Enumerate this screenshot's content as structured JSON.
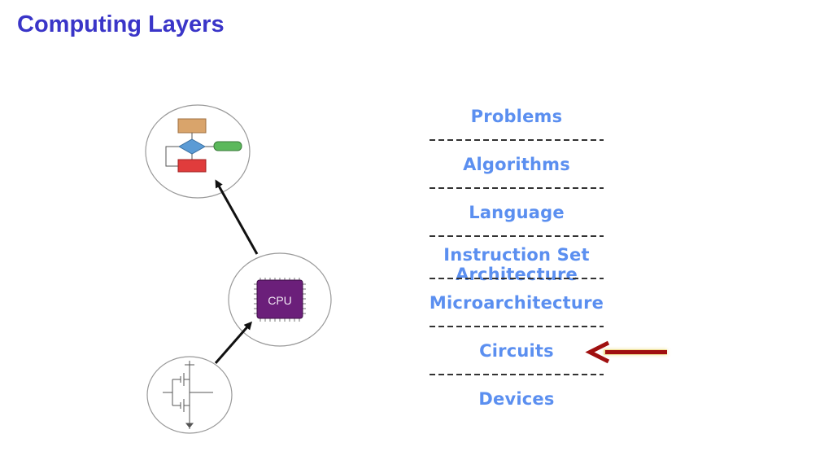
{
  "slide": {
    "title": "Computing Layers"
  },
  "icons": {
    "flowchart": "flowchart-icon",
    "cpu": "cpu-chip-icon",
    "circuit": "transistor-circuit-icon",
    "cpu_label": "CPU"
  },
  "layers": [
    "Problems",
    "Algorithms",
    "Language",
    "Instruction Set Architecture",
    "Microarchitecture",
    "Circuits",
    "Devices"
  ],
  "highlighted_layer": "Circuits",
  "colors": {
    "title": "#3a35c8",
    "layer_text": "#5b8ff0",
    "pointer_arrow": "#a01010",
    "cpu_chip": "#6b1f7a"
  }
}
